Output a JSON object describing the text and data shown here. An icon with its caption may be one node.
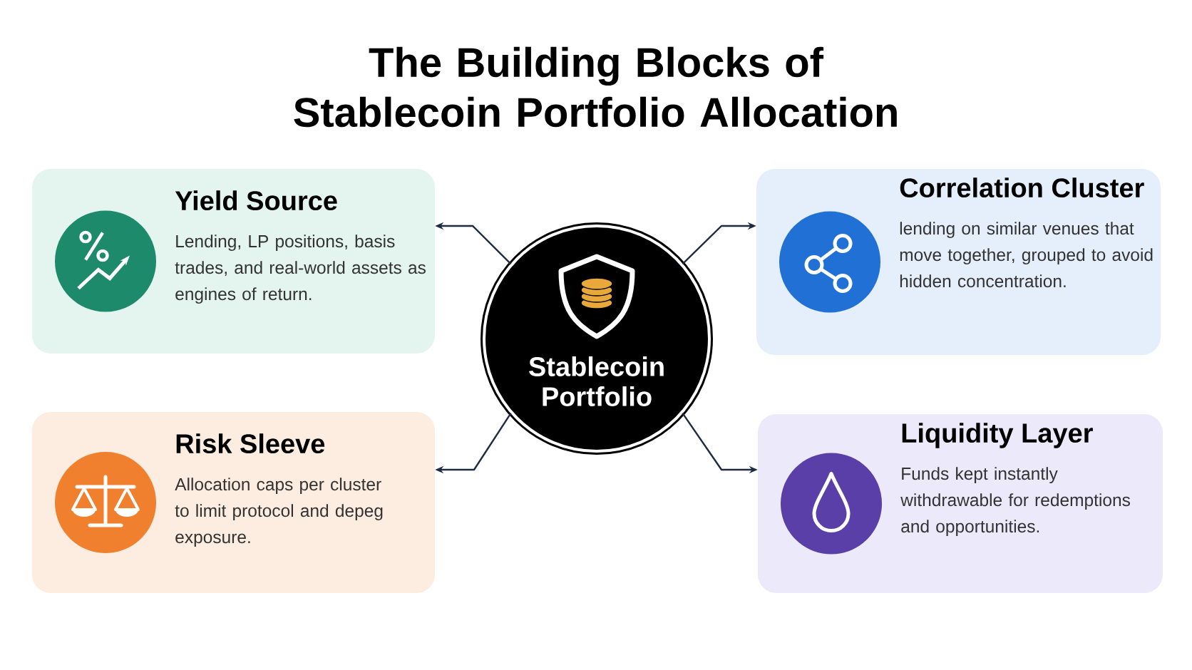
{
  "diagram": {
    "title": "The Building Blocks of Stablecoin Portfolio Allocation",
    "nodes": [
      {
        "text": [
          "Yield Source",
          "Lending, LP positions, basis trades, and real-world assets as engines of return."
        ]
      },
      {
        "text": [
          "Correlation Cluster",
          "lending on similar venues that move together, grouped to avoid hidden concentration."
        ]
      },
      {
        "text": [
          "Stablecoin Portfolio"
        ]
      },
      {
        "text": [
          "Risk Sleeve",
          "Allocation caps per cluster to limit protocol and depeg exposure."
        ]
      },
      {
        "text": [
          "Liquidity Layer",
          "Funds kept instantly withdrawable for redemptions and opportunities."
        ]
      }
    ],
    "edges": [
      {
        "from": 2,
        "to": 0,
        "arrow": "to"
      },
      {
        "from": 2,
        "to": 1,
        "arrow": "to"
      },
      {
        "from": 2,
        "to": 3,
        "arrow": "to"
      },
      {
        "from": 2,
        "to": 4,
        "arrow": "to"
      }
    ]
  }
}
